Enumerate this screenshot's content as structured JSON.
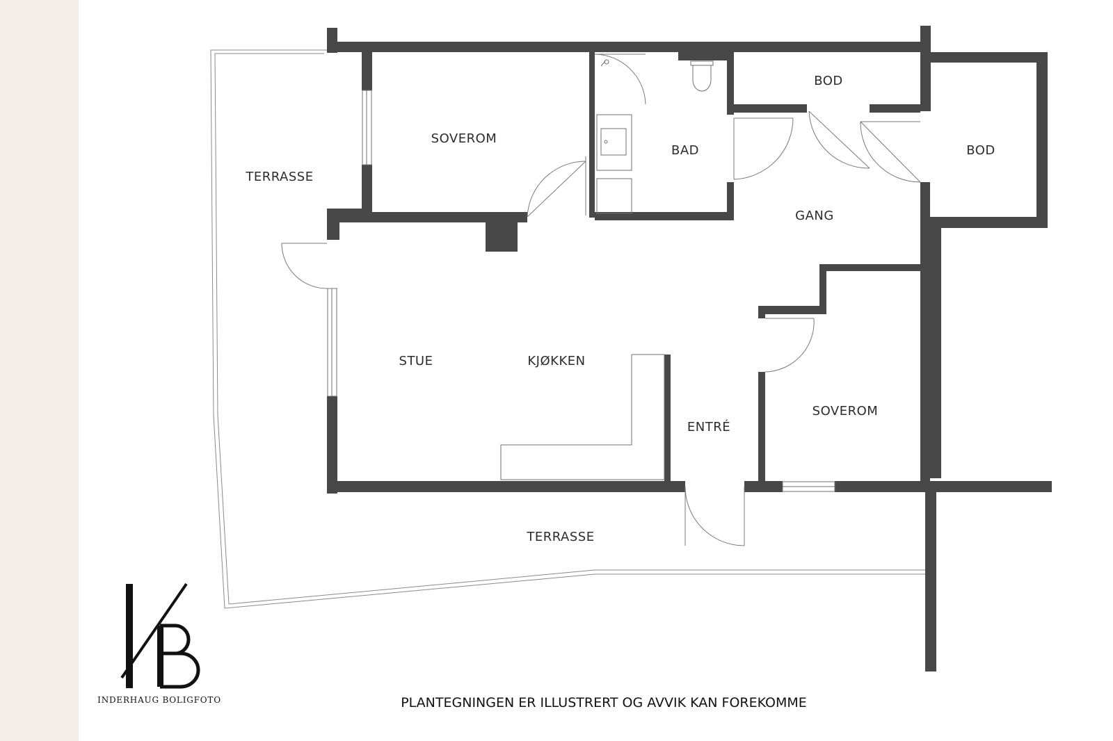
{
  "colors": {
    "wall": "#484848",
    "strip": "#f4ece8",
    "line": "#6f6f6f",
    "text": "#2c2c2c"
  },
  "rooms": {
    "terrasse_west": "TERRASSE",
    "soverom_north": "SOVEROM",
    "bad": "BAD",
    "bod_north": "BOD",
    "bod_east": "BOD",
    "gang": "GANG",
    "stue": "STUE",
    "kjokken": "KJØKKEN",
    "entre": "ENTRÉ",
    "soverom_south": "SOVEROM",
    "terrasse_south": "TERRASSE"
  },
  "disclaimer": "PLANTEGNINGEN ER ILLUSTRERT OG AVVIK KAN FOREKOMME",
  "brand": {
    "name": "INDERHAUG BOLIGFOTO",
    "logo_icon": "ib-monogram-logo"
  }
}
